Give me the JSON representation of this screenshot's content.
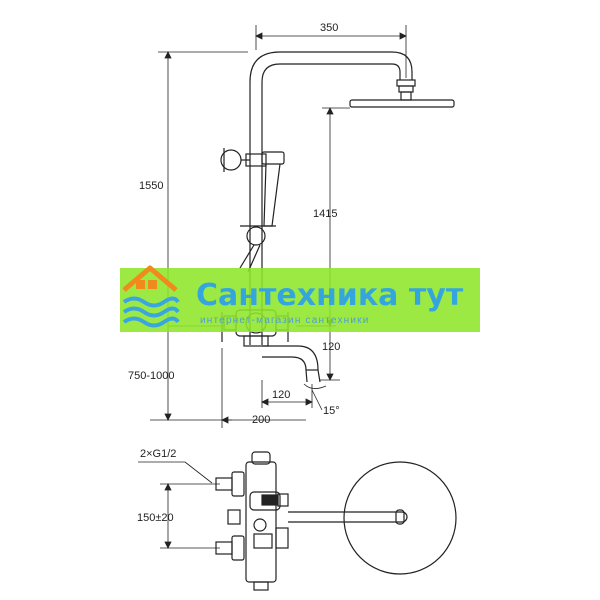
{
  "dimensions": {
    "top_width": "350",
    "total_height": "1550",
    "head_height": "1415",
    "spout_height": "120",
    "mount_height": "750-1000",
    "spout_reach": "120",
    "spout_angle": "15°",
    "spout_length": "200",
    "inlet_thread": "2×G1/2",
    "inlet_spacing": "150±20"
  },
  "watermark": {
    "title": "Сантехника тут",
    "subtitle": "интернет-магазин сантехники",
    "colors": {
      "band": "#8fe62a",
      "title": "#2fa3e6",
      "subtitle": "#4f9fd0",
      "logo_roof": "#f08a1c",
      "logo_water": "#3aa6e0"
    }
  },
  "colors": {
    "line": "#222222"
  }
}
